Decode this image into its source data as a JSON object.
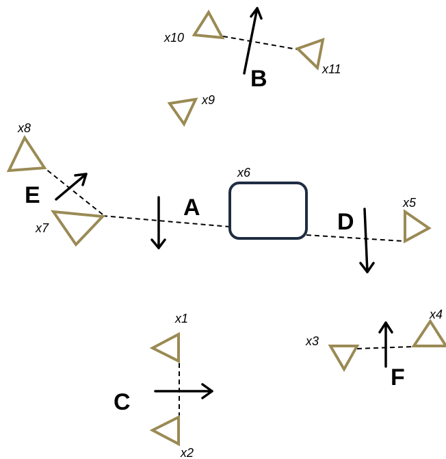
{
  "colors": {
    "node": "#9a8a54",
    "box": "#1f2d42",
    "line": "#000000"
  },
  "nodes": {
    "x1": "x1",
    "x2": "x2",
    "x3": "x3",
    "x4": "x4",
    "x5": "x5",
    "x6": "x6",
    "x7": "x7",
    "x8": "x8",
    "x9": "x9",
    "x10": "x10",
    "x11": "x11"
  },
  "arrows": {
    "A": "A",
    "B": "B",
    "C": "C",
    "D": "D",
    "E": "E",
    "F": "F"
  }
}
